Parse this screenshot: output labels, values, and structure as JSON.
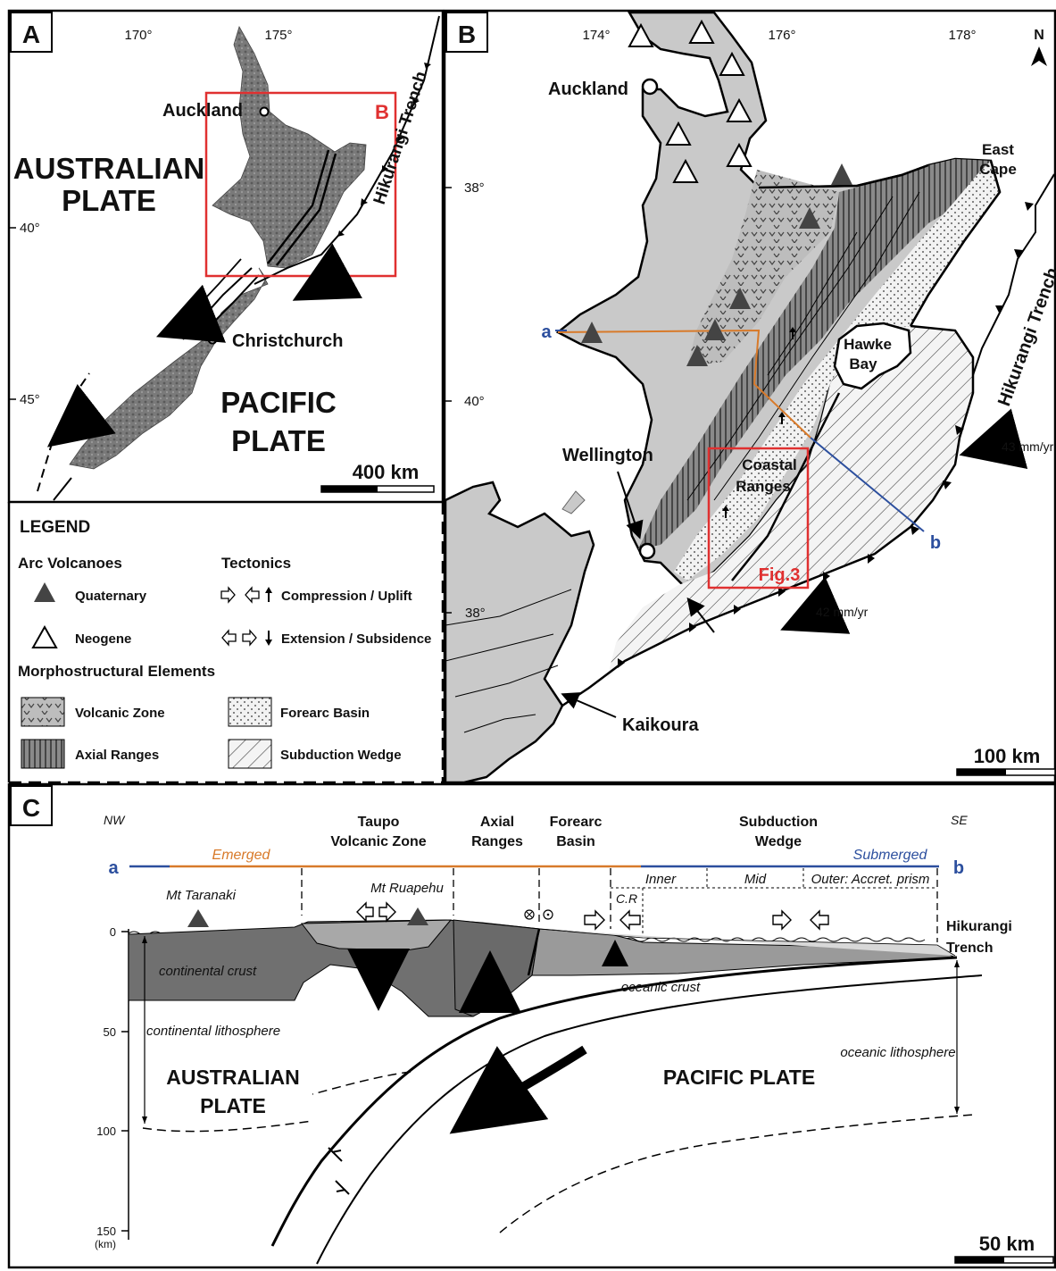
{
  "panels": {
    "a": {
      "letter": "A",
      "lon_labels": [
        "170°",
        "175°"
      ],
      "lat_labels": [
        "40°",
        "45°"
      ],
      "cities": [
        "Auckland",
        "Christchurch"
      ],
      "inset_label": "B",
      "trench": "Hikurangi Trench",
      "plate_west": [
        "AUSTRALIAN",
        "PLATE"
      ],
      "plate_east": [
        "PACIFIC",
        "PLATE"
      ],
      "scale": "400 km"
    },
    "b": {
      "letter": "B",
      "lon_labels": [
        "174°",
        "176°",
        "178°"
      ],
      "lat_labels": [
        "38°",
        "40°",
        "38°"
      ],
      "north": "N",
      "cities": [
        "Auckland",
        "Wellington",
        "Kaikoura"
      ],
      "places": {
        "east_cape": [
          "East",
          "Cape"
        ],
        "hawke_bay": [
          "Hawke",
          "Bay"
        ],
        "coastal": [
          "Coastal",
          "Ranges"
        ]
      },
      "inset_label": "Fig.3",
      "trench": "Hikurangi Trench",
      "rates": [
        "43 mm/yr",
        "42 mm/yr"
      ],
      "profile_ends": [
        "a",
        "b"
      ],
      "scale": "100 km"
    },
    "c": {
      "letter": "C",
      "dir_left": "NW",
      "dir_right": "SE",
      "profile_ends": [
        "a",
        "b"
      ],
      "zones": {
        "taupo": [
          "Taupo",
          "Volcanic Zone"
        ],
        "axial": [
          "Axial",
          "Ranges"
        ],
        "forearc": [
          "Forearc",
          "Basin"
        ],
        "wedge": [
          "Subduction",
          "Wedge"
        ]
      },
      "emerged": "Emerged",
      "submerged": "Submerged",
      "wedge_parts": [
        "Inner",
        "Mid",
        "Outer: Accret. prism"
      ],
      "cr": "C.R",
      "volcanoes": [
        "Mt Taranaki",
        "Mt Ruapehu"
      ],
      "trench": [
        "Hikurangi",
        "Trench"
      ],
      "depth_ticks": [
        "0",
        "50",
        "100",
        "150"
      ],
      "depth_unit": "(km)",
      "labels": {
        "cont_crust": "continental crust",
        "cont_litho": "continental lithosphere",
        "ocean_crust": "oceanic crust",
        "ocean_litho": "oceanic lithosphere",
        "aus": [
          "AUSTRALIAN",
          "PLATE"
        ],
        "pac": "PACIFIC PLATE"
      },
      "scale": "50 km"
    }
  },
  "legend": {
    "title": "LEGEND",
    "arc_title": "Arc Volcanoes",
    "quaternary": "Quaternary",
    "neogene": "Neogene",
    "tect_title": "Tectonics",
    "compression": "Compression / Uplift",
    "extension": "Extension / Subsidence",
    "morph_title": "Morphostructural Elements",
    "volcanic": "Volcanic Zone",
    "forearc": "Forearc Basin",
    "axial": "Axial Ranges",
    "wedge": "Subduction Wedge"
  },
  "colors": {
    "land": "#c9c9c9",
    "dark": "#555555",
    "red": "#e03030",
    "blue": "#2c4f9e",
    "orange": "#d87a2a"
  }
}
